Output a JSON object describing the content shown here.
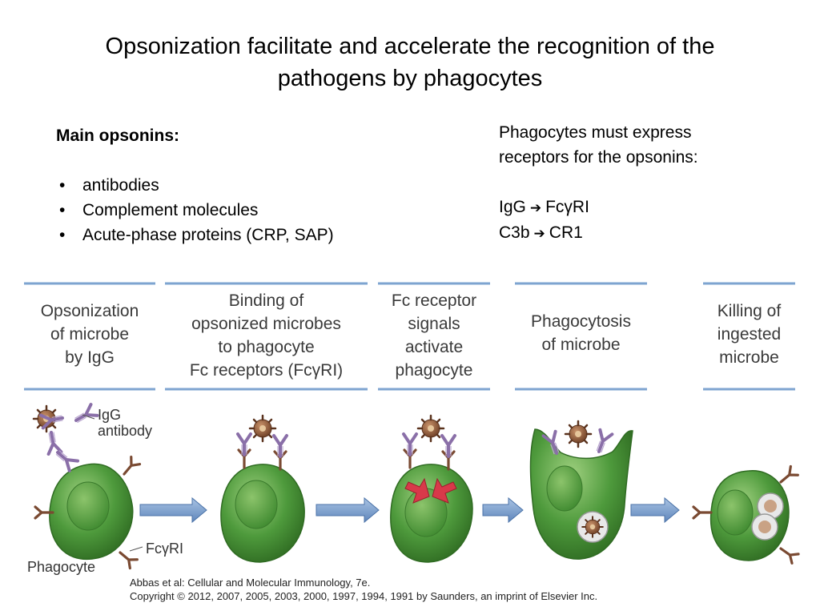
{
  "title": {
    "line1": "Opsonization facilitate and accelerate the recognition of the",
    "line2": "pathogens by phagocytes"
  },
  "left": {
    "heading": "Main opsonins:",
    "bullets": [
      "antibodies",
      "Complement molecules",
      "Acute-phase proteins (CRP, SAP)"
    ]
  },
  "right": {
    "line1": "Phagocytes must express",
    "line2": "receptors for the opsonins:",
    "pairs": [
      {
        "from": "IgG",
        "arrow": "➔",
        "to": "FcγRI"
      },
      {
        "from": "C3b",
        "arrow": "➔",
        "to": "CR1"
      }
    ]
  },
  "figure": {
    "stages": [
      {
        "lines": [
          "Opsonization",
          "of microbe",
          "by IgG"
        ]
      },
      {
        "lines": [
          "Binding of",
          "opsonized microbes",
          "to phagocyte",
          "Fc receptors (FcγRI)"
        ]
      },
      {
        "lines": [
          "Fc receptor",
          "signals",
          "activate",
          "phagocyte"
        ]
      },
      {
        "lines": [
          "Phagocytosis",
          "of microbe"
        ]
      },
      {
        "lines": [
          "Killing of",
          "ingested",
          "microbe"
        ]
      }
    ],
    "labels": {
      "igg": "IgG",
      "antibody": "antibody",
      "fcgri": "FcγRI",
      "phagocyte": "Phagocyte"
    },
    "caption": {
      "line1": "Abbas et al: Cellular and Molecular Immunology, 7e.",
      "line2": "Copyright © 2012, 2007, 2005, 2003, 2000, 1997, 1994, 1991 by Saunders, an imprint of Elsevier Inc."
    },
    "colors": {
      "cell_green": "#4e9a3c",
      "cell_dark": "#2f6b22",
      "receptor_brown": "#7a4a32",
      "antibody_purple": "#8a6fa8",
      "microbe_brown": "#8b5a3c",
      "arrow_blue": "#6f95c6",
      "signal_red": "#d8394a"
    }
  }
}
